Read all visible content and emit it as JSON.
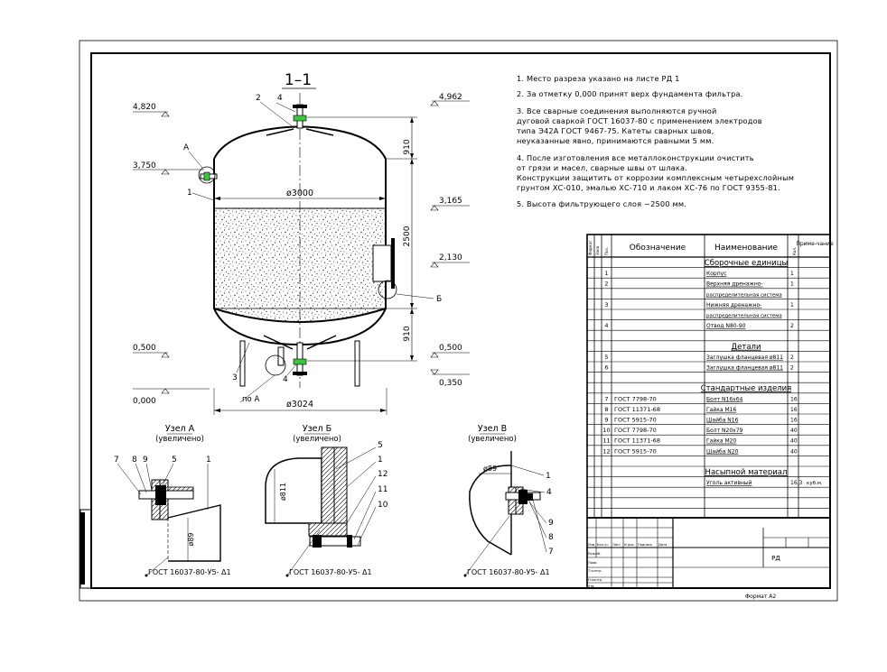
{
  "view_title": "1–1",
  "format_label": "Формат А2",
  "notes": [
    [
      "1.  Место разреза указано на листе РД 1"
    ],
    [
      "2.  За отметку 0,000  принят верх фундамента фильтра."
    ],
    [
      "3.  Все сварные соединения  выполняются ручной",
      "дуговой сваркой   ГОСТ 16037-80 с применением электродов",
      "типа   Э42А ГОСТ 9467-75.  Катеты сварных швов,",
      "неуказанные явно, принимаются равными 5 мм."
    ],
    [
      "4.  После изготовления все металлоконструкции очистить",
      "от грязи и масел, сварные швы от шлака.",
      "Конструкции защитить от коррозии комплексным четырехслойным",
      "грунтом ХС-010, эмалью ХС-710 и лаком ХС-76  по ГОСТ 9355-81."
    ],
    [
      "5.  Высота фильтрующего слоя ~2500 мм."
    ]
  ],
  "elevations": {
    "e4820": "4,820",
    "e3750": "3,750",
    "e0500_left": "0,500",
    "e0000": "0,000",
    "e4962": "4,962",
    "e3165": "3,165",
    "e2130": "2,130",
    "e0500_right": "0,500",
    "e0350": "0,350"
  },
  "dims": {
    "d_inner": "ø3000",
    "d_outer": "ø3024",
    "h_top": "910",
    "h_mid": "2500",
    "h_bot": "910",
    "po_a": "по А",
    "d89_a": "ø89",
    "d811": "ø811",
    "d89_v": "ø89"
  },
  "callouts": {
    "main": {
      "c1": "1",
      "c2": "2",
      "c3": "3",
      "c4top": "4",
      "c4bot": "4",
      "cA": "А",
      "cB": "Б"
    },
    "node_a": {
      "n7": "7",
      "n8": "8",
      "n9": "9",
      "n5": "5",
      "n1": "1"
    },
    "node_b": {
      "n5": "5",
      "n1": "1",
      "n12": "12",
      "n11": "11",
      "n10": "10"
    },
    "node_v": {
      "n1": "1",
      "n4": "4",
      "n9": "9",
      "n8": "8",
      "n7": "7"
    }
  },
  "nodes": {
    "a": {
      "title": "Узел А",
      "sub": "(увеличено)"
    },
    "b": {
      "title": "Узел Б",
      "sub": "(увеличено)"
    },
    "v": {
      "title": "Узел В",
      "sub": "(увеличено)"
    }
  },
  "weld_label": "ГОСТ 16037-80-У5-  Δ1",
  "spec": {
    "headers": {
      "format": "Формат",
      "zone": "Зона",
      "pos": "Поз.",
      "designation": "Обозначение",
      "name": "Наименование",
      "qty": "Кол.",
      "note": "Приме-чание"
    },
    "sections": {
      "assemblies": "Сборочные единицы",
      "details": "Детали",
      "standard": "Стандартные изделия",
      "bulk": "Насыпной материал"
    },
    "assemblies": [
      {
        "pos": "1",
        "designation": "",
        "name": "Корпус",
        "qty": "1"
      },
      {
        "pos": "2",
        "designation": "",
        "name": "Верхняя дренажно-",
        "name2": "распределительная система",
        "qty": "1"
      },
      {
        "pos": "3",
        "designation": "",
        "name": "Нижняя дренажно-",
        "name2": "распределительная система",
        "qty": "1"
      },
      {
        "pos": "4",
        "designation": "",
        "name": "Отвод N80-90",
        "qty": "2"
      }
    ],
    "details": [
      {
        "pos": "5",
        "designation": "",
        "name": "Заглушка фланцевая ø811",
        "qty": "2"
      },
      {
        "pos": "6",
        "designation": "",
        "name": "Заглушка фланцевая ø811",
        "qty": "2"
      }
    ],
    "standard": [
      {
        "pos": "7",
        "designation": "ГОСТ 7798-70",
        "name": "Болт N16х64",
        "qty": "16"
      },
      {
        "pos": "8",
        "designation": "ГОСТ 11371-68",
        "name": "Гайка М16",
        "qty": "16"
      },
      {
        "pos": "9",
        "designation": "ГОСТ 5915-70",
        "name": "Шайба N16",
        "qty": "16"
      },
      {
        "pos": "10",
        "designation": "ГОСТ 7798-70",
        "name": "Болт N20х79",
        "qty": "40"
      },
      {
        "pos": "11",
        "designation": "ГОСТ 11371-68",
        "name": "Гайка М20",
        "qty": "40"
      },
      {
        "pos": "12",
        "designation": "ГОСТ 5915-70",
        "name": "Шайба N20",
        "qty": "40"
      }
    ],
    "bulk": [
      {
        "pos": "",
        "designation": "",
        "name": "Уголь активный",
        "qty": "16,3",
        "note": "куб.м."
      }
    ]
  },
  "title_block": {
    "col_heads": [
      "Изм.",
      "Кол.уч",
      "Лист",
      "N док.",
      "Подпись",
      "Дата"
    ],
    "rows": [
      "Разраб.",
      "Пров.",
      "Т.контр.",
      "Н.контр.",
      "Утв."
    ],
    "code": "РД"
  }
}
